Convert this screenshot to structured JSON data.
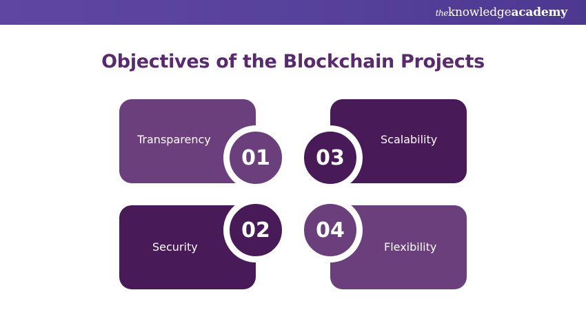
{
  "header": {
    "logo_prefix": "the",
    "logo_main": "knowledge",
    "logo_suffix": "academy",
    "bar_color": "#5b44a0"
  },
  "title": "Objectives of the Blockchain Projects",
  "colors": {
    "title": "#5a2a6e",
    "light_card": "#6a3f7c",
    "dark_card": "#481a58"
  },
  "objectives": [
    {
      "number": "01",
      "label": "Transparency",
      "shade": "light"
    },
    {
      "number": "02",
      "label": "Security",
      "shade": "dark"
    },
    {
      "number": "03",
      "label": "Scalability",
      "shade": "dark"
    },
    {
      "number": "04",
      "label": "Flexibility",
      "shade": "light"
    }
  ]
}
